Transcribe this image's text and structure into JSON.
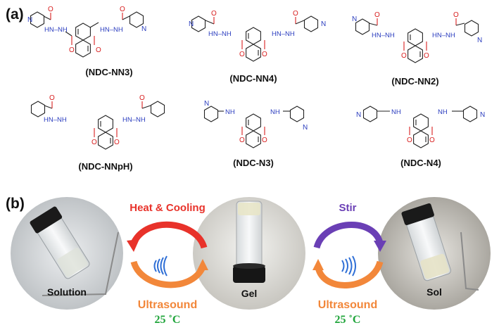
{
  "panel_a": {
    "label": "(a)",
    "compounds": [
      {
        "name": "(NDC-NN3)"
      },
      {
        "name": "(NDC-NN4)"
      },
      {
        "name": "(NDC-NN2)"
      },
      {
        "name": "(NDC-NNpH)"
      },
      {
        "name": "(NDC-N3)"
      },
      {
        "name": "(NDC-N4)"
      }
    ],
    "atoms": {
      "n": "N",
      "o": "O",
      "hn_nh": "HN–NH",
      "nh": "NH",
      "hn": "HN"
    }
  },
  "panel_b": {
    "label": "(b)",
    "states": {
      "solution": "Solution",
      "gel": "Gel",
      "sol": "Sol"
    },
    "conditions": {
      "heat_cooling": "Heat & Cooling",
      "stir": "Stir",
      "ultrasound_left": "Ultrasound",
      "ultrasound_right": "Ultrasound",
      "temp_left": "25 ˚C",
      "temp_right": "25 ˚C"
    },
    "colors": {
      "heat_arrow": "#e8322a",
      "stir_arrow": "#6a3fb5",
      "ultrasound_arrow": "#f2873a",
      "sound_waves": "#2f6fd6",
      "temp_text": "#1fa43a"
    }
  }
}
